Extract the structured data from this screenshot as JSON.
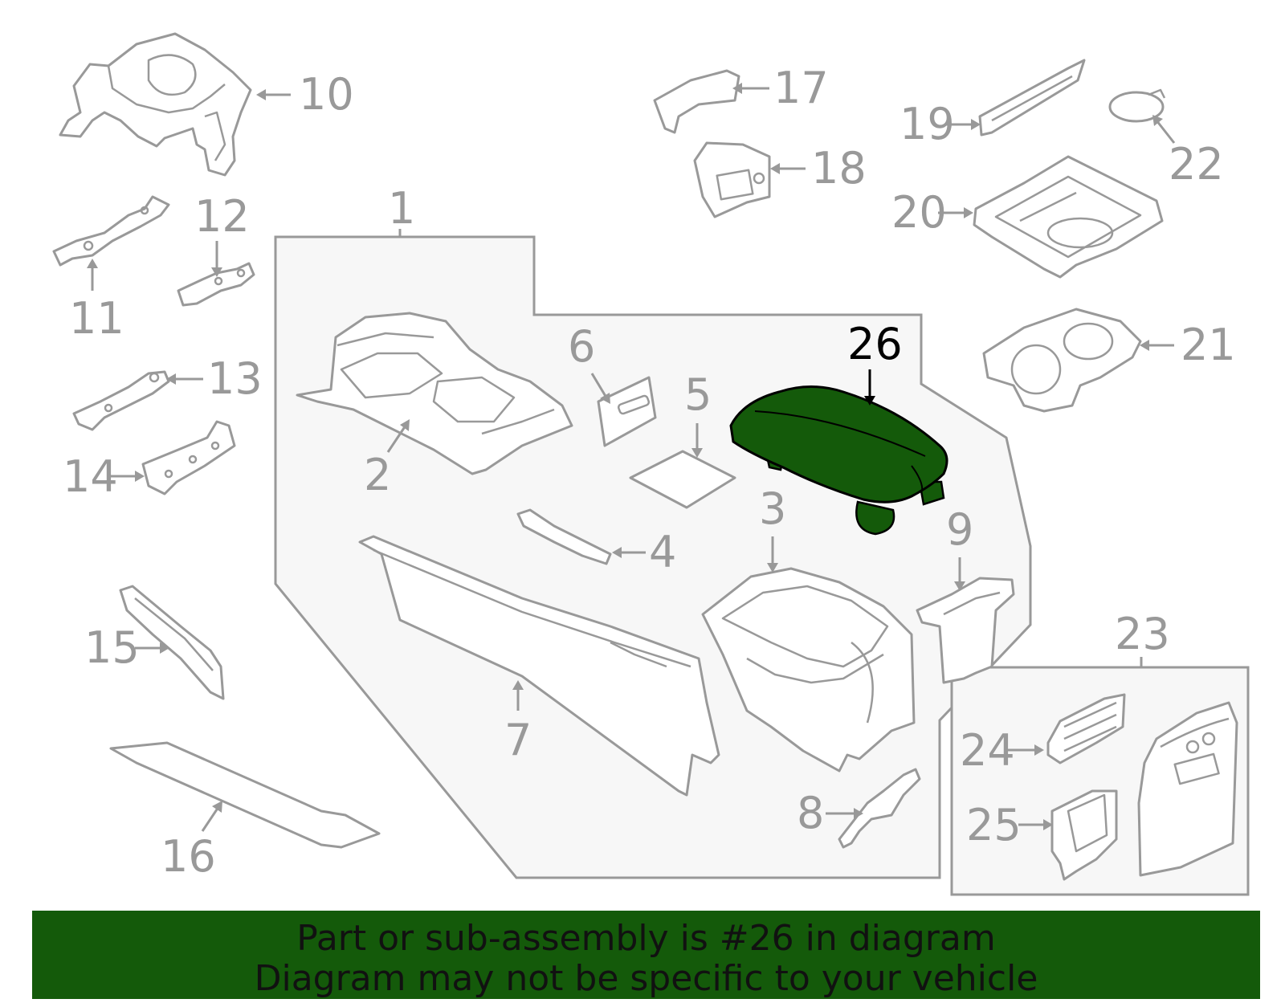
{
  "colors": {
    "highlight": "#145a0a",
    "outline": "#999999",
    "group_fill": "#f7f7f7"
  },
  "callouts": {
    "c1": "1",
    "c2": "2",
    "c3": "3",
    "c4": "4",
    "c5": "5",
    "c6": "6",
    "c7": "7",
    "c8": "8",
    "c9": "9",
    "c10": "10",
    "c11": "11",
    "c12": "12",
    "c13": "13",
    "c14": "14",
    "c15": "15",
    "c16": "16",
    "c17": "17",
    "c18": "18",
    "c19": "19",
    "c20": "20",
    "c21": "21",
    "c22": "22",
    "c23": "23",
    "c24": "24",
    "c25": "25",
    "c26": "26"
  },
  "highlighted_part": "26",
  "banner": {
    "line1": "Part or sub-assembly is #26 in diagram",
    "line2": "Diagram may not be specific to your vehicle"
  }
}
